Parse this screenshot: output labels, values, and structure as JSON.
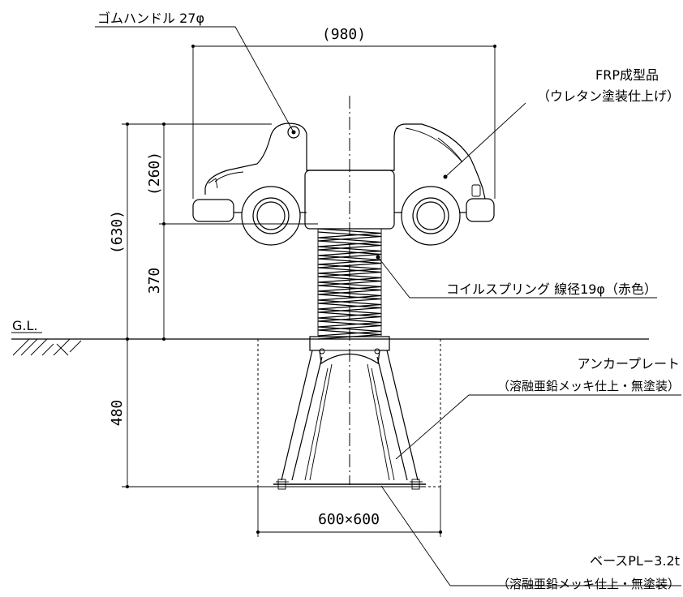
{
  "labels": {
    "rubber_handle": "ゴムハンドル 27φ",
    "frp_line1": "FRP成型品",
    "frp_line2": "（ウレタン塗装仕上げ）",
    "coil_spring": "コイルスプリング 線径19φ（赤色）",
    "ground_level": "G.L.",
    "anchor_line1": "アンカープレート",
    "anchor_line2": "（溶融亜鉛メッキ仕上・無塗装）",
    "base_line1": "ベースPL−3.2t",
    "base_line2": "（溶融亜鉛メッキ仕上・無塗装）"
  },
  "dimensions": {
    "overall_width": "(980)",
    "overall_height": "(630)",
    "body_height": "(260)",
    "spring_height": "370",
    "embed_depth": "480",
    "footing": "600×600"
  }
}
